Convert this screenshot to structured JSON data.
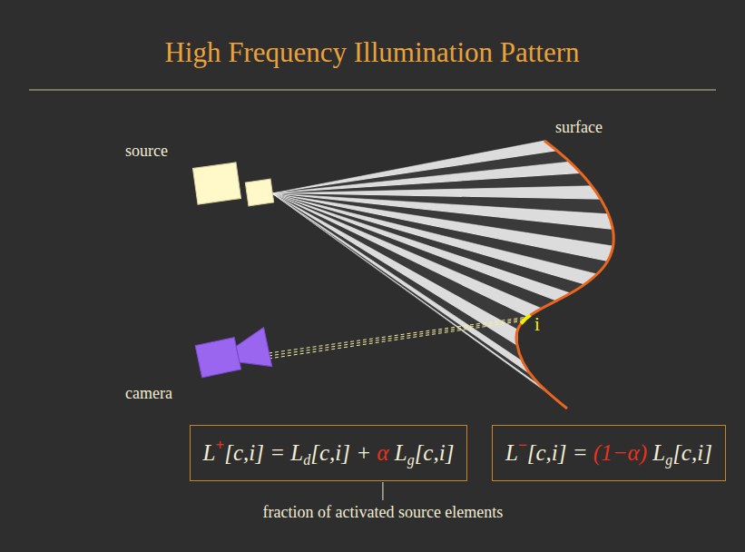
{
  "diagram": {
    "title": "High Frequency Illumination Pattern",
    "nodes": [
      {
        "text": [
          "L",
          "+",
          "[c,i] = L",
          "d",
          "[c,i] + ",
          "α",
          " L",
          "g",
          "[c,i]"
        ]
      },
      {
        "text": [
          "L",
          "−",
          "[c,i] = ",
          "(1−α)",
          " L",
          "g",
          "[c,i]"
        ]
      }
    ],
    "labels": [
      "source",
      "surface",
      "camera",
      "i",
      "fraction of activated source elements"
    ]
  }
}
